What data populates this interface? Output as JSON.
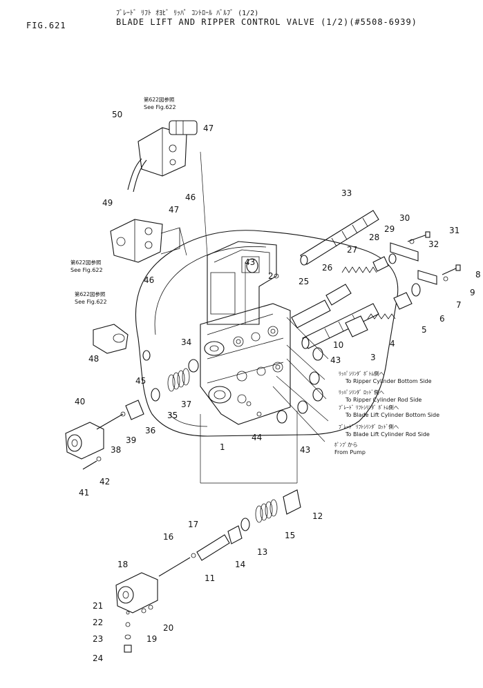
{
  "header": {
    "fig_no": "FIG.621",
    "title_jp": "ﾌﾞﾚｰﾄﾞ ﾘﾌﾄ ｵﾖﾋﾞ ﾘｯﾊﾟ ｺﾝﾄﾛｰﾙ ﾊﾞﾙﾌﾞ (1/2)",
    "title_en": "BLADE LIFT AND RIPPER CONTROL VALVE (1/2)(#5508-6939)"
  },
  "refs": [
    {
      "jp": "第622図参照",
      "en": "See Fig.622"
    },
    {
      "jp": "第622図参照",
      "en": "See Fig.622"
    },
    {
      "jp": "第622図参照",
      "en": "See Fig.622"
    }
  ],
  "ports": [
    {
      "jp": "ﾘｯﾊﾟｼﾘﾝﾀﾞ ﾎﾞﾄﾑ側へ",
      "en": "To Ripper Cylinder Bottom Side"
    },
    {
      "jp": "ﾘｯﾊﾟｼﾘﾝﾀﾞ ﾛｯﾄﾞ側へ",
      "en": "To Ripper Cylinder Rod Side"
    },
    {
      "jp": "ﾌﾞﾚｰﾄﾞ ﾘﾌﾄｼﾘﾝﾀﾞ ﾎﾞﾄﾑ側へ",
      "en": "To Blade Lift Cylinder Bottom Side"
    },
    {
      "jp": "ﾌﾞﾚｰﾄﾞ ﾘﾌﾄｼﾘﾝﾀﾞ ﾛｯﾄﾞ側へ",
      "en": "To Blade Lift Cylinder Rod Side"
    },
    {
      "jp": "ﾎﾟﾝﾌﾟから",
      "en": "From Pump"
    }
  ],
  "part_numbers": [
    "1",
    "2",
    "3",
    "4",
    "5",
    "6",
    "7",
    "8",
    "9",
    "10",
    "11",
    "12",
    "13",
    "14",
    "15",
    "16",
    "17",
    "18",
    "19",
    "20",
    "21",
    "22",
    "23",
    "24",
    "25",
    "26",
    "27",
    "28",
    "29",
    "30",
    "31",
    "32",
    "33",
    "34",
    "35",
    "36",
    "37",
    "38",
    "39",
    "40",
    "41",
    "42",
    "43",
    "43",
    "43",
    "44",
    "45",
    "46",
    "46",
    "47",
    "47",
    "48",
    "49",
    "50"
  ]
}
